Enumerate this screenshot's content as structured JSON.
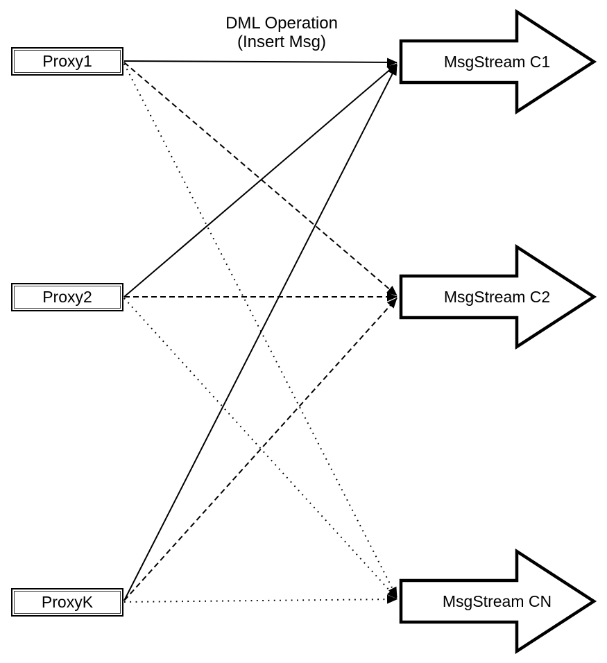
{
  "caption": {
    "line1": "DML Operation",
    "line2": "(Insert Msg)"
  },
  "proxies": [
    {
      "label": "Proxy1"
    },
    {
      "label": "Proxy2"
    },
    {
      "label": "ProxyK"
    }
  ],
  "streams": [
    {
      "label": "MsgStream C1"
    },
    {
      "label": "MsgStream C2"
    },
    {
      "label": "MsgStream CN"
    }
  ],
  "edges": [
    {
      "from": "Proxy1",
      "to": "MsgStream C1",
      "style": "solid"
    },
    {
      "from": "Proxy1",
      "to": "MsgStream C2",
      "style": "dashed"
    },
    {
      "from": "Proxy1",
      "to": "MsgStream CN",
      "style": "dotted"
    },
    {
      "from": "Proxy2",
      "to": "MsgStream C1",
      "style": "solid"
    },
    {
      "from": "Proxy2",
      "to": "MsgStream C2",
      "style": "dashed"
    },
    {
      "from": "Proxy2",
      "to": "MsgStream CN",
      "style": "dotted"
    },
    {
      "from": "ProxyK",
      "to": "MsgStream C1",
      "style": "solid"
    },
    {
      "from": "ProxyK",
      "to": "MsgStream C2",
      "style": "dashed"
    },
    {
      "from": "ProxyK",
      "to": "MsgStream CN",
      "style": "dotted"
    }
  ],
  "colors": {
    "stroke": "#000000",
    "fill": "#ffffff",
    "background": "#ffffff"
  }
}
